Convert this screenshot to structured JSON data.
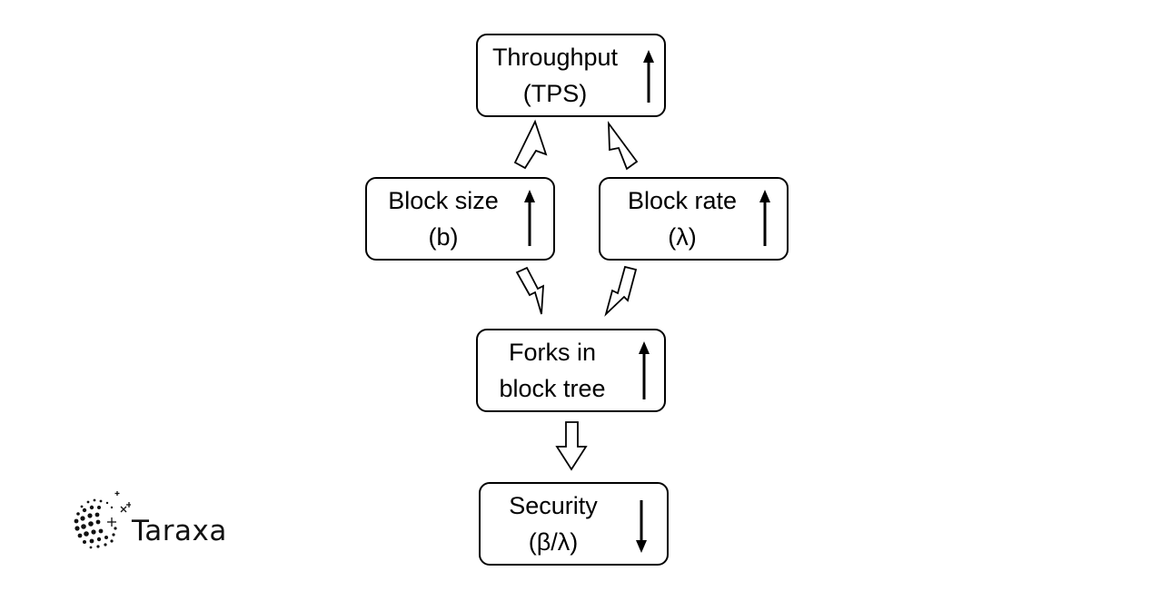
{
  "nodes": {
    "throughput": {
      "line1": "Throughput",
      "line2": "(TPS)",
      "trend": "up"
    },
    "block_size": {
      "line1": "Block size",
      "line2": "(b)",
      "trend": "up"
    },
    "block_rate": {
      "line1": "Block rate",
      "line2": "(λ)",
      "trend": "up"
    },
    "forks": {
      "line1": "Forks in",
      "line2": "block tree",
      "trend": "up"
    },
    "security": {
      "line1": "Security",
      "line2": "(β/λ)",
      "trend": "down"
    }
  },
  "brand": {
    "name": "Taraxa",
    "icon": "taraxa-globe-logo"
  }
}
